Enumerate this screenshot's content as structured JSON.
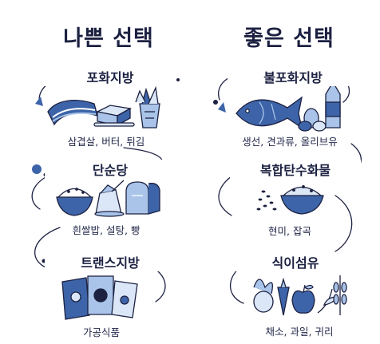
{
  "left_column": {
    "title": "나쁜 선택",
    "sections": [
      {
        "heading": "포화지방",
        "caption": "삼겹살, 버터, 튀김",
        "icons": [
          "bacon-icon",
          "butter-icon",
          "fried-food-icon"
        ]
      },
      {
        "heading": "단순당",
        "caption": "흰쌀밥, 설탕, 빵",
        "icons": [
          "rice-bowl-icon",
          "sugar-bag-icon",
          "bread-icon"
        ]
      },
      {
        "heading": "트랜스지방",
        "caption": "가공식품",
        "icons": [
          "snack-bag-icon"
        ]
      }
    ]
  },
  "right_column": {
    "title": "좋은 선택",
    "sections": [
      {
        "heading": "불포화지방",
        "caption": "생선, 견과류, 올리브유",
        "icons": [
          "fish-icon",
          "nuts-icon",
          "olive-oil-bottle-icon"
        ]
      },
      {
        "heading": "복합탄수화물",
        "caption": "현미, 잡곡",
        "icons": [
          "brown-rice-bowl-icon",
          "grains-icon"
        ]
      },
      {
        "heading": "식이섬유",
        "caption": "채소, 과일, 귀리",
        "icons": [
          "vegetables-icon",
          "apple-icon",
          "oat-icon"
        ]
      }
    ]
  },
  "colors": {
    "navy": "#1c2142",
    "blue": "#3d64a8",
    "light_blue": "#a9c4e8",
    "pale_blue": "#dbe7f7"
  }
}
